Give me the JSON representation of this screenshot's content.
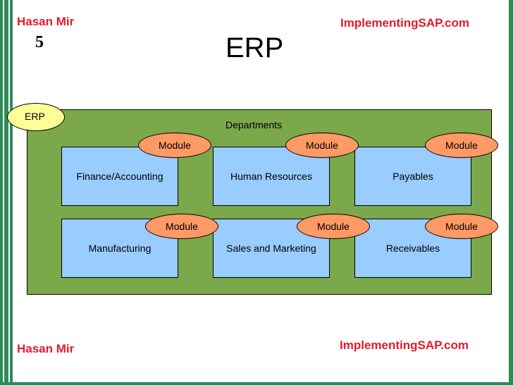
{
  "header": {
    "author_top": "Hasan Mir",
    "site_top": "ImplementingSAP.com",
    "slide_number": "5",
    "title": "ERP"
  },
  "footer": {
    "author_bottom": "Hasan Mir",
    "site_bottom": "ImplementingSAP.com"
  },
  "diagram": {
    "erp_label": "ERP",
    "container_label": "Departments",
    "departments": [
      "Finance/Accounting",
      "Human Resources",
      "Payables",
      "Manufacturing",
      "Sales and Marketing",
      "Receivables"
    ],
    "module_label": "Module"
  },
  "colors": {
    "brand_red": "#e8192c",
    "frame_green": "#2e8b57",
    "panel_green": "#7ba84a",
    "dept_blue": "#99ccff",
    "module_orange": "#ff9966",
    "erp_yellow": "#ffff99"
  }
}
